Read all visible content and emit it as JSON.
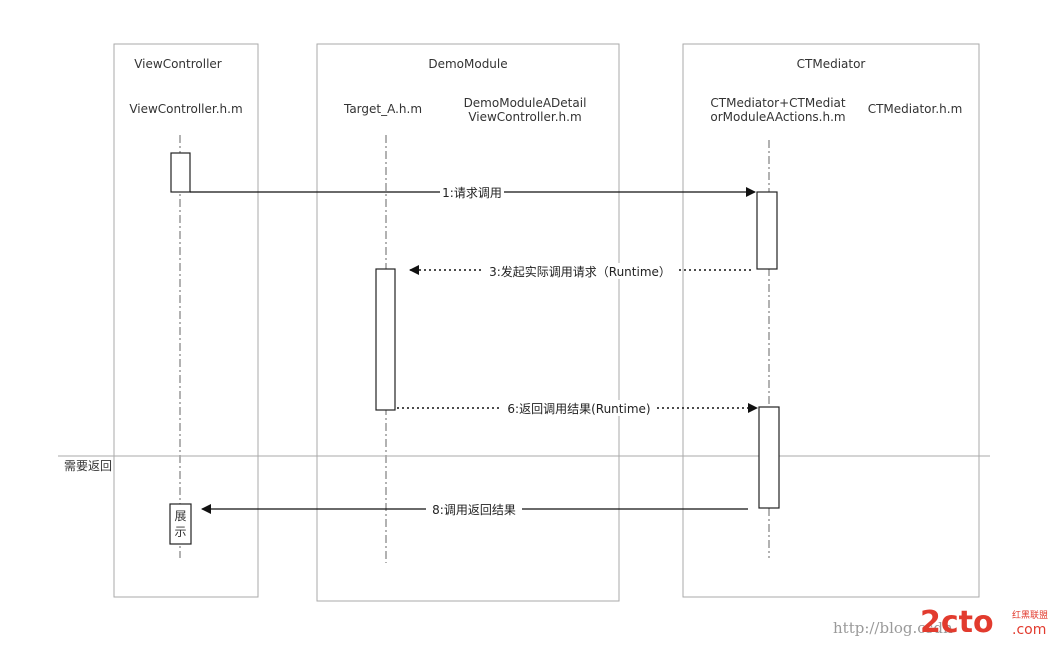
{
  "lanes": [
    {
      "title": "ViewController",
      "lifelines": [
        "ViewController.h.m"
      ]
    },
    {
      "title": "DemoModule",
      "lifelines": [
        "Target_A.h.m",
        "DemoModuleADetail\nViewController.h.m"
      ]
    },
    {
      "title": "CTMediator",
      "lifelines": [
        "CTMediator+CTMediat\norModuleAActions.h.m",
        "CTMediator.h.m"
      ]
    }
  ],
  "messages": [
    {
      "label": "1:请求调用",
      "style": "solid"
    },
    {
      "label": "3:发起实际调用请求（Runtime）",
      "style": "dotted"
    },
    {
      "label": "6:返回调用结果(Runtime)",
      "style": "dotted"
    },
    {
      "label": "8:调用返回结果",
      "style": "solid"
    }
  ],
  "separator_label": "需要返回",
  "note_label": "展示",
  "watermark": {
    "url": "http://blog.csdn",
    "logo": "2cto",
    "logo_suffix": ".com",
    "logo_subtitle": "红黑联盟"
  }
}
